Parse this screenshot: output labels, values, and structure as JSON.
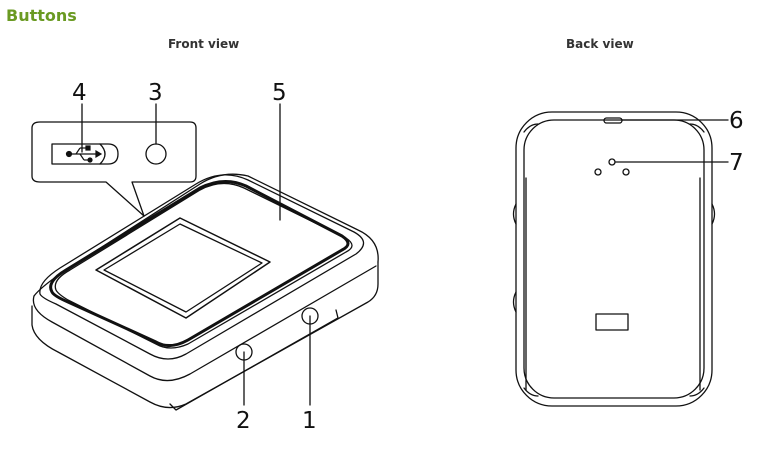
{
  "section_title": "Buttons",
  "front_view": {
    "label": "Front view",
    "callouts": {
      "c4": "4",
      "c3": "3",
      "c5": "5",
      "c2": "2",
      "c1": "1"
    },
    "usb_symbol": "usb-icon"
  },
  "back_view": {
    "label": "Back view",
    "callouts": {
      "c6": "6",
      "c7": "7"
    }
  },
  "colors": {
    "title": "#6a9a22",
    "line": "#111111"
  }
}
